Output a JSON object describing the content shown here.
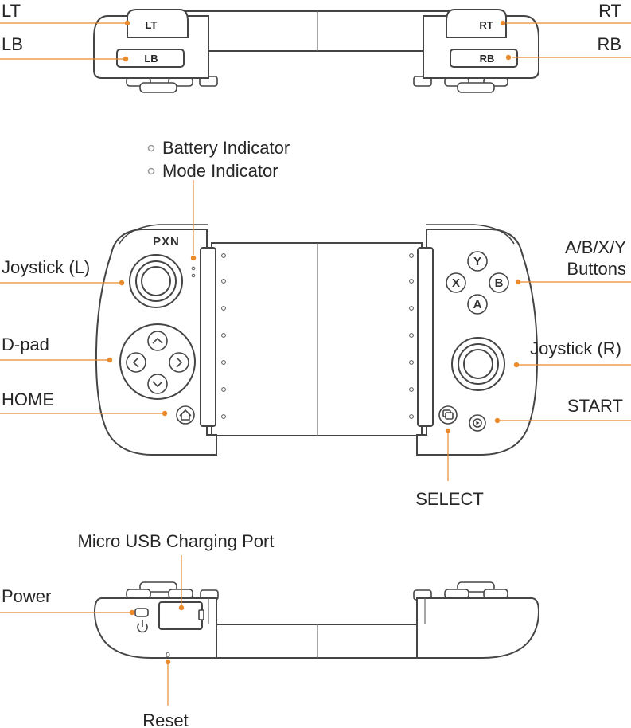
{
  "colors": {
    "accent": "#E98B2A",
    "outline": "#454545",
    "text": "#262626",
    "indicator": "#9a9a9a"
  },
  "brand_logo": "PXN",
  "top_view": {
    "labels": {
      "lt": "LT",
      "lb": "LB",
      "rt": "RT",
      "rb": "RB"
    },
    "button_text": {
      "lt": "LT",
      "lb": "LB",
      "rt": "RT",
      "rb": "RB"
    }
  },
  "front_view": {
    "indicators": {
      "battery": "Battery Indicator",
      "mode": "Mode Indicator"
    },
    "labels": {
      "joystick_l": "Joystick (L)",
      "dpad": "D-pad",
      "home": "HOME",
      "abxy_line1": "A/B/X/Y",
      "abxy_line2": "Buttons",
      "joystick_r": "Joystick (R)",
      "start": "START",
      "select": "SELECT"
    },
    "face_buttons": {
      "y": "Y",
      "x": "X",
      "b": "B",
      "a": "A"
    },
    "icons": {
      "dpad": [
        "chevron-up-icon",
        "chevron-left-icon",
        "chevron-right-icon",
        "chevron-down-icon"
      ],
      "home": "home-icon",
      "select": "select-icon",
      "start": "play-icon",
      "power": "power-icon"
    }
  },
  "bottom_view": {
    "labels": {
      "usb": "Micro USB Charging Port",
      "power": "Power",
      "reset": "Reset"
    }
  }
}
